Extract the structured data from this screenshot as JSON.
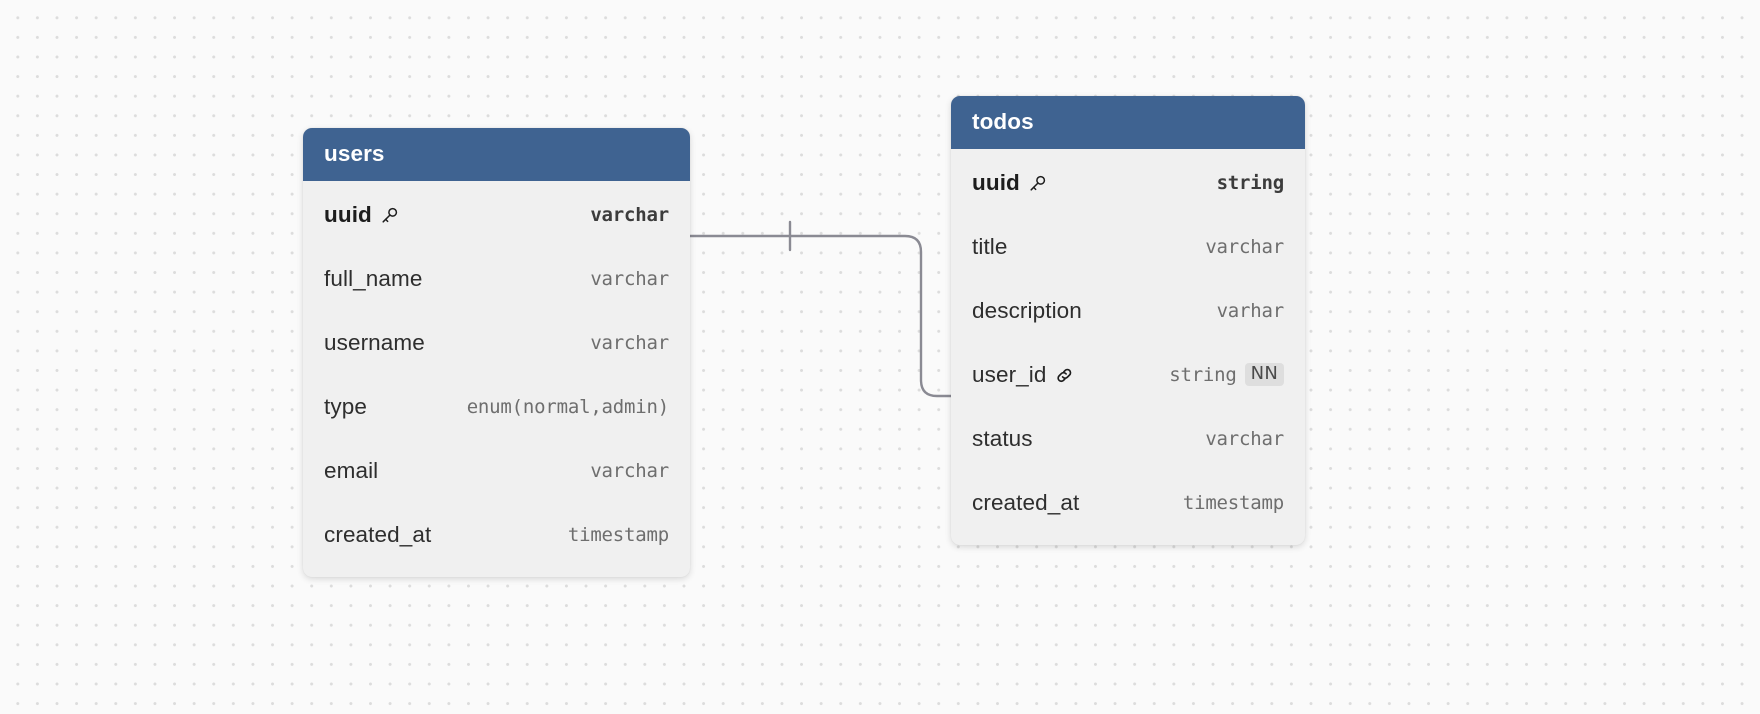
{
  "diagram": {
    "type": "entity-relationship-diagram",
    "background": "#fafafa",
    "accent_color": "#3f6391",
    "card_background": "#f0f0f0",
    "tables": [
      {
        "name": "users",
        "fields": [
          {
            "name": "uuid",
            "type": "varchar",
            "key": "primary",
            "icon": "key-icon",
            "badge": ""
          },
          {
            "name": "full_name",
            "type": "varchar",
            "key": "",
            "icon": "",
            "badge": ""
          },
          {
            "name": "username",
            "type": "varchar",
            "key": "",
            "icon": "",
            "badge": ""
          },
          {
            "name": "type",
            "type": "enum(normal,admin)",
            "key": "",
            "icon": "",
            "badge": ""
          },
          {
            "name": "email",
            "type": "varchar",
            "key": "",
            "icon": "",
            "badge": ""
          },
          {
            "name": "created_at",
            "type": "timestamp",
            "key": "",
            "icon": "",
            "badge": ""
          }
        ]
      },
      {
        "name": "todos",
        "fields": [
          {
            "name": "uuid",
            "type": "string",
            "key": "primary",
            "icon": "key-icon",
            "badge": ""
          },
          {
            "name": "title",
            "type": "varchar",
            "key": "",
            "icon": "",
            "badge": ""
          },
          {
            "name": "description",
            "type": "varhar",
            "key": "",
            "icon": "",
            "badge": ""
          },
          {
            "name": "user_id",
            "type": "string",
            "key": "foreign",
            "icon": "link-icon",
            "badge": "NN"
          },
          {
            "name": "status",
            "type": "varchar",
            "key": "",
            "icon": "",
            "badge": ""
          },
          {
            "name": "created_at",
            "type": "timestamp",
            "key": "",
            "icon": "",
            "badge": ""
          }
        ]
      }
    ],
    "relationships": [
      {
        "from_table": "users",
        "from_field": "uuid",
        "to_table": "todos",
        "to_field": "user_id",
        "cardinality": "one-to-many",
        "from_notation": "one",
        "to_notation": "many",
        "line_color": "#8a8a93"
      }
    ]
  }
}
